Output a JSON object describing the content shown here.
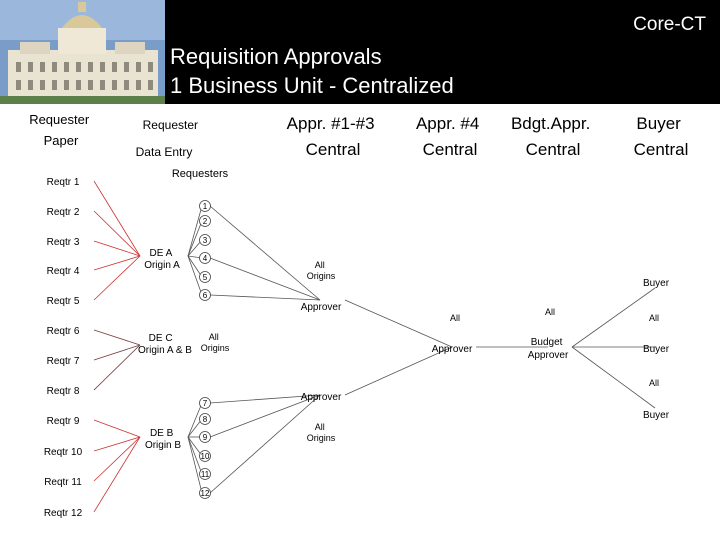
{
  "header": {
    "brand": "Core-CT",
    "title_line1": "Requisition Approvals",
    "title_line2": "1 Business Unit  - Centralized"
  },
  "columns": {
    "requester_paper_1": "Requester",
    "requester_paper_2": "Paper",
    "requester_entry_1": "Requester",
    "requester_entry_2": "Data Entry",
    "appr13_1": "Appr. #1-#3",
    "appr13_2": "Central",
    "appr4_1": "Appr. #4",
    "appr4_2": "Central",
    "bdgt_1": "Bdgt.Appr.",
    "bdgt_2": "Central",
    "buyer_1": "Buyer",
    "buyer_2": "Central"
  },
  "requesters_label": "Requesters",
  "requesters": [
    "Reqtr 1",
    "Reqtr 2",
    "Reqtr 3",
    "Reqtr 4",
    "Reqtr 5",
    "Reqtr 6",
    "Reqtr 7",
    "Reqtr 8",
    "Reqtr 9",
    "Reqtr 10",
    "Reqtr 11",
    "Reqtr 12"
  ],
  "origins": [
    "1",
    "2",
    "3",
    "4",
    "5",
    "6",
    "7",
    "8",
    "9",
    "10",
    "11",
    "12"
  ],
  "data_entry": {
    "a_1": "DE A",
    "a_2": "Origin A",
    "c_1": "DE C",
    "c_2": "Origin A & B",
    "c_all_1": "All",
    "c_all_2": "Origins",
    "b_1": "DE B",
    "b_2": "Origin B"
  },
  "approvers": {
    "all_origins_top_1": "All",
    "all_origins_top_2": "Origins",
    "approver_top": "Approver",
    "approver_bottom": "Approver",
    "all_origins_bottom_1": "All",
    "all_origins_bottom_2": "Origins",
    "all_mid": "All",
    "approver_mid": "Approver",
    "all_budget": "All",
    "budget_1": "Budget",
    "budget_2": "Approver",
    "buyer_top": "Buyer",
    "all_buyer": "All",
    "buyer_mid": "Buyer",
    "all_buyer_bottom": "All",
    "buyer_bottom": "Buyer"
  },
  "colors": {
    "header_bg": "#000000",
    "req_line": "#cc3333",
    "line": "#555555"
  }
}
